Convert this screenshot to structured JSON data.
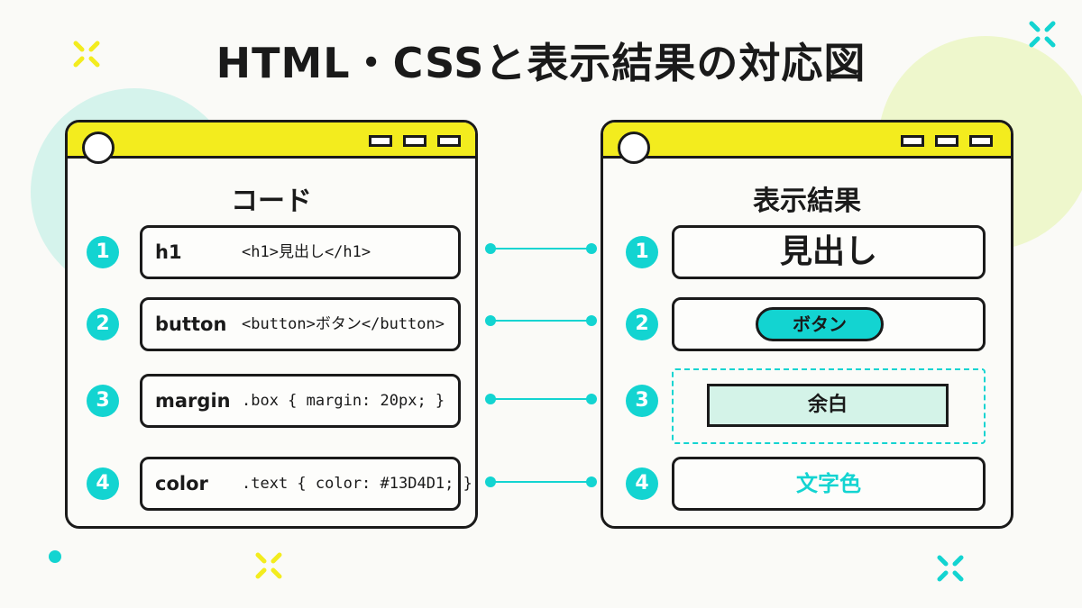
{
  "title": "HTML・CSSと表示結果の対応図",
  "colors": {
    "accent": "#13D4D1",
    "titlebar": "#f3ec1e",
    "margin_fill": "#d4f3e8",
    "outline": "#1a1a1a"
  },
  "code_window": {
    "heading": "コード",
    "rows": [
      {
        "number": "1",
        "key": "h1",
        "code": "<h1>見出し</h1>"
      },
      {
        "number": "2",
        "key": "button",
        "code": "<button>ボタン</button>"
      },
      {
        "number": "3",
        "key": "margin",
        "code": ".box { margin: 20px; }"
      },
      {
        "number": "4",
        "key": "color",
        "code": ".text { color: #13D4D1; }"
      }
    ]
  },
  "result_window": {
    "heading": "表示結果",
    "rows": [
      {
        "number": "1",
        "text": "見出し"
      },
      {
        "number": "2",
        "text": "ボタン"
      },
      {
        "number": "3",
        "text": "余白"
      },
      {
        "number": "4",
        "text": "文字色",
        "color": "#13D4D1"
      }
    ]
  }
}
